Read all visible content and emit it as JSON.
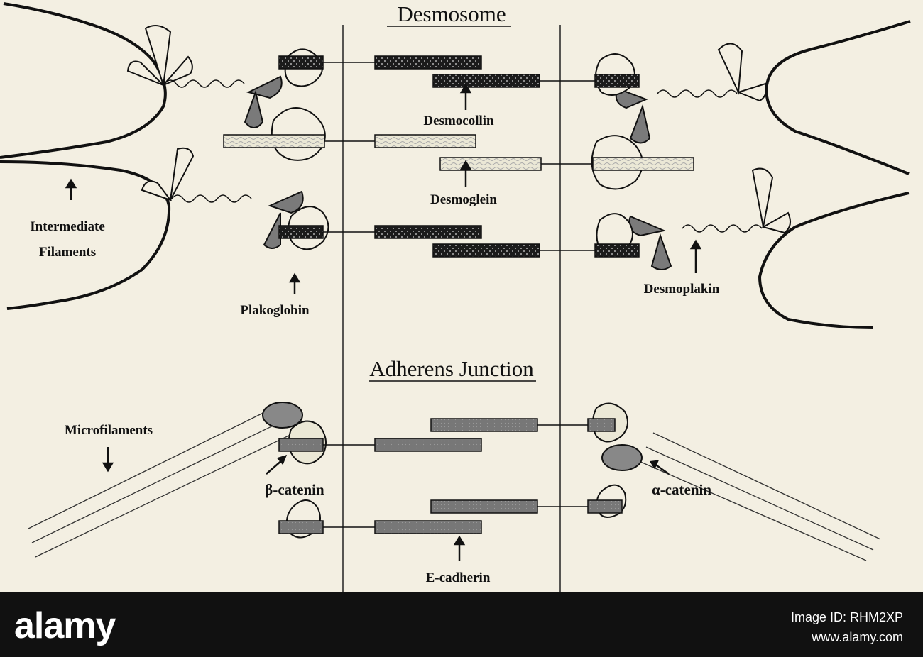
{
  "diagram": {
    "titles": {
      "desmosome": "Desmosome",
      "adherens": "Adherens Junction"
    },
    "labels": {
      "desmocollin": "Desmocollin",
      "desmoglein": "Desmoglein",
      "intermediate": "Intermediate",
      "filaments": "Filaments",
      "plakoglobin": "Plakoglobin",
      "desmoplakin": "Desmoplakin",
      "microfilaments": "Microfilaments",
      "beta_catenin": "β-catenin",
      "alpha_catenin": "α-catenin",
      "e_cadherin": "E-cadherin"
    }
  },
  "footer": {
    "brand": "alamy",
    "image_id": "Image ID: RHM2XP",
    "url": "www.alamy.com"
  },
  "colors": {
    "background": "#f3efe2",
    "footer": "#111111",
    "dark_bar": "#1b1b1b",
    "light_bar": "#e6e3d0",
    "gray_bar": "#777777"
  }
}
